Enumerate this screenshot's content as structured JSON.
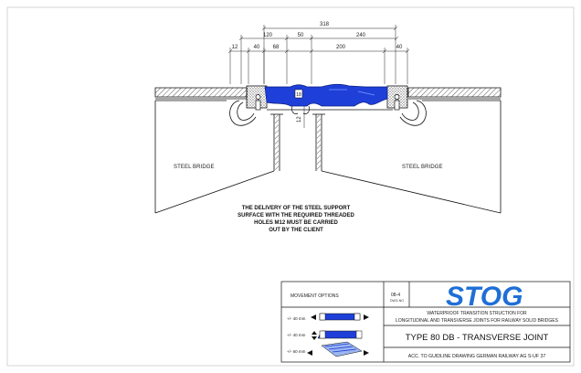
{
  "drawing": {
    "dimensions": {
      "top": "318",
      "row2": [
        "120",
        "50",
        "240"
      ],
      "row3": [
        "12",
        "40",
        "68",
        "200",
        "40"
      ],
      "vertical": "12"
    },
    "labels": {
      "left_bridge": "STEEL BRIDGE",
      "right_bridge": "STEEL BRIDGE"
    },
    "note_lines": [
      "THE DELIVERY OF THE STEEL SUPPORT",
      "SURFACE WITH THE REQUIRED THREADED",
      "HOLES M12 MUST BE CARRIED",
      "OUT BY THE CLIENT"
    ],
    "colors": {
      "seal": "#1e3fd8",
      "line": "#111111"
    }
  },
  "title_block": {
    "movement_header": "MOVEMENT OPTIONS",
    "code": "08-4",
    "code_sub": "DWG-NO",
    "logo": "STOG",
    "description_line1": "WATERPROOF TRANSITION STRUCTION FOR",
    "description_line2": "LONGITUDINAL AND TRANSVERSE JOINTS FOR RAILWAY SOLID BRIDGES",
    "title": "TYPE 80 DB - TRANSVERSE JOINT",
    "reference": "ACC. TO GUIDLINE DRAWING GERMAN RAILWAY AG S-UF 37",
    "movements": [
      "+/- 40 mm",
      "+/- 40 mm",
      "+/- 60 mm"
    ]
  }
}
